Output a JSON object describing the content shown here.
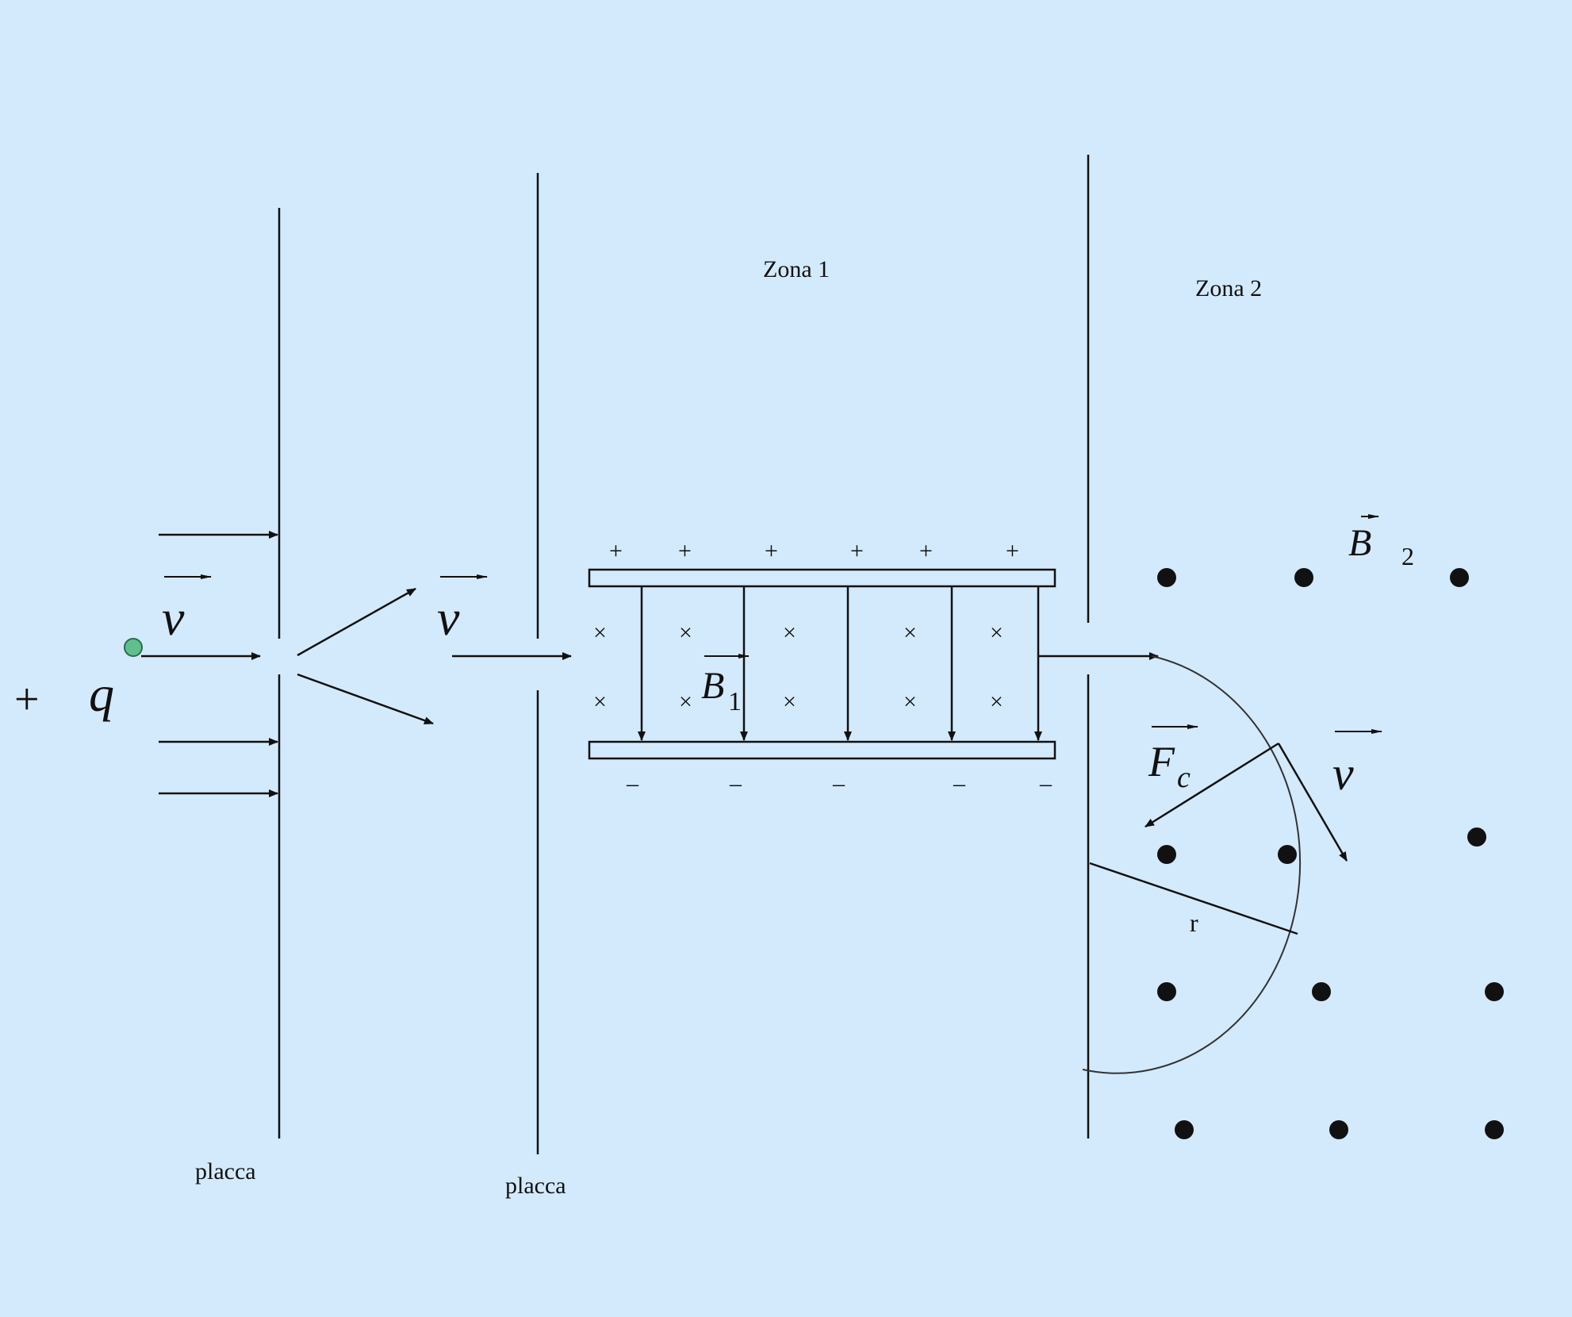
{
  "background": "#d3eafd",
  "ink": "#111111",
  "particle_color": "#5fc08e",
  "labels": {
    "zona1": "Zona 1",
    "zona2": "Zona 2",
    "placca_left": "placca",
    "placca_mid": "placca",
    "plus_sign": "+",
    "charge": "q",
    "velocity_1": "v",
    "velocity_2": "v",
    "velocity_3": "v",
    "field_b1": "B",
    "field_b1_sub": "1",
    "field_b2": "B",
    "field_b2_sub": "2",
    "force": "F",
    "force_sub": "c",
    "radius": "r",
    "plus_charge": "+",
    "minus_charge": "–",
    "cross_symbol": "×"
  }
}
